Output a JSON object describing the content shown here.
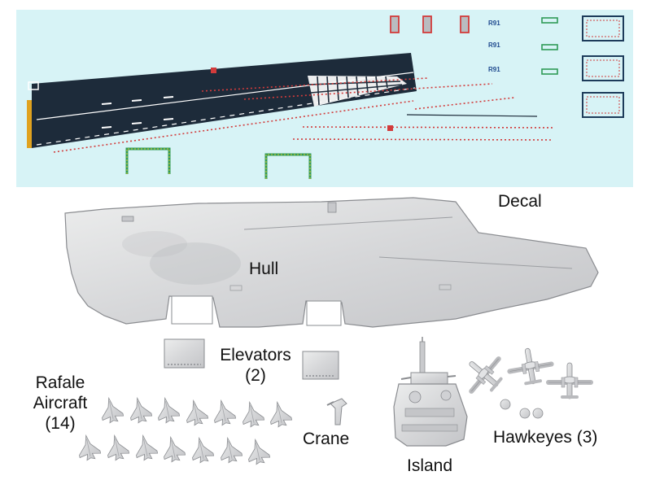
{
  "labels": {
    "decal": "Decal",
    "hull": "Hull",
    "elevators_1": "Elevators",
    "elevators_2": "(2)",
    "rafale_1": "Rafale",
    "rafale_2": "Aircraft",
    "rafale_3": "(14)",
    "crane": "Crane",
    "island": "Island",
    "hawkeyes": "Hawkeyes (3)"
  },
  "decal_marks": [
    "R91",
    "R91",
    "R91"
  ],
  "counts": {
    "elevators": 2,
    "rafale": 14,
    "hawkeyes": 3
  },
  "colors": {
    "decal_sheet": "#d7f3f6",
    "deck_dark": "#1d2b3a",
    "safety_red": "#d23b3b",
    "runway_green": "#2f9a56",
    "yellow_edge": "#e0a21f",
    "pewter": "#d9dadc",
    "text": "#111111"
  }
}
